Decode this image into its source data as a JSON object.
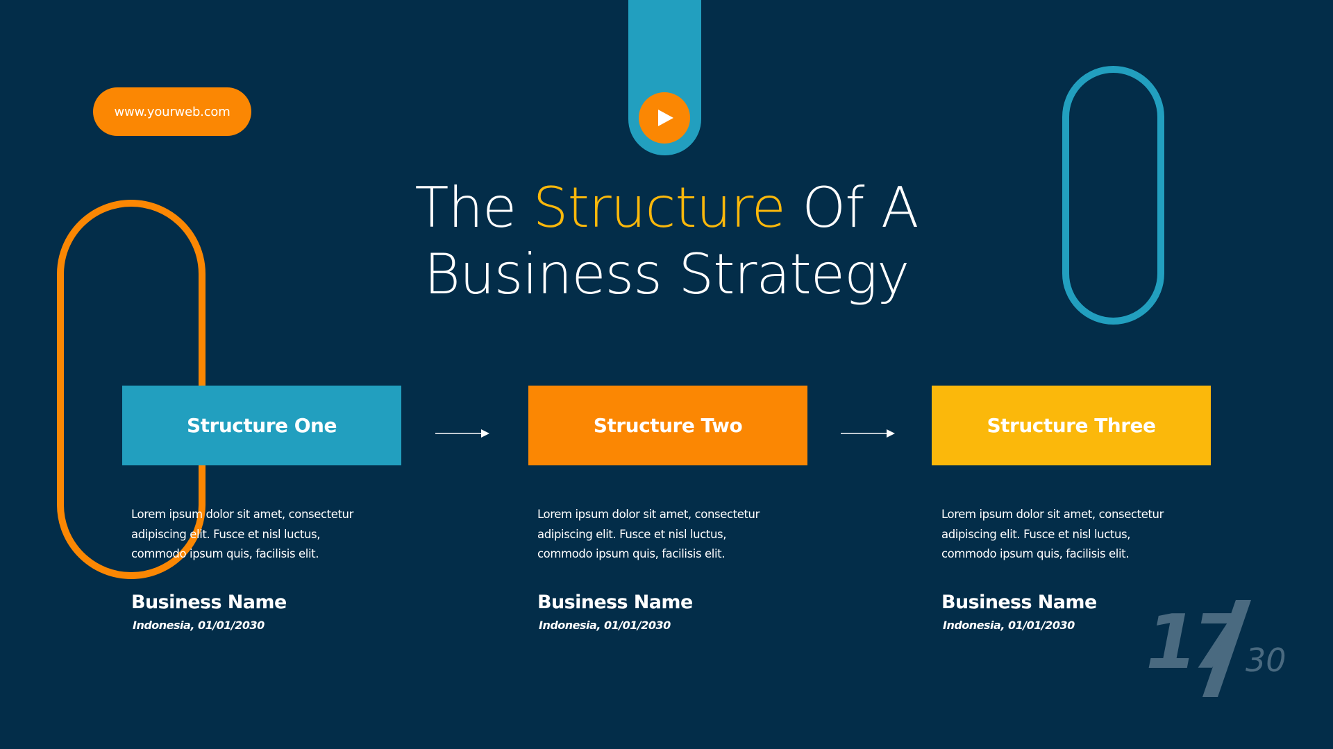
{
  "header": {
    "website": "www.yourweb.com",
    "play_icon": "play-icon"
  },
  "title": {
    "part1": "The ",
    "highlight": "Structure",
    "part2": " Of A",
    "line2": "Business Strategy"
  },
  "structures": [
    {
      "label": "Structure One",
      "color": "#229fbf",
      "description": [
        "Lorem ipsum dolor sit amet, consectetur",
        "adipiscing elit. Fusce et nisl luctus,",
        "commodo ipsum quis, facilisis elit."
      ],
      "business_name": "Business Name",
      "location_date": "Indonesia, 01/01/2030"
    },
    {
      "label": "Structure Two",
      "color": "#fb8703",
      "description": [
        "Lorem ipsum dolor sit amet, consectetur",
        "adipiscing elit. Fusce et nisl luctus,",
        "commodo ipsum quis, facilisis elit."
      ],
      "business_name": "Business Name",
      "location_date": "Indonesia, 01/01/2030"
    },
    {
      "label": "Structure Three",
      "color": "#fbb80b",
      "description": [
        "Lorem ipsum dolor sit amet, consectetur",
        "adipiscing elit. Fusce et nisl luctus,",
        "commodo ipsum quis, facilisis elit."
      ],
      "business_name": "Business Name",
      "location_date": "Indonesia, 01/01/2030"
    }
  ],
  "pagination": {
    "current": "17",
    "total": "30"
  },
  "colors": {
    "background": "#032d49",
    "teal": "#229fbf",
    "orange": "#fb8703",
    "yellow": "#fbb80b",
    "page_number": "#4a6a80"
  }
}
